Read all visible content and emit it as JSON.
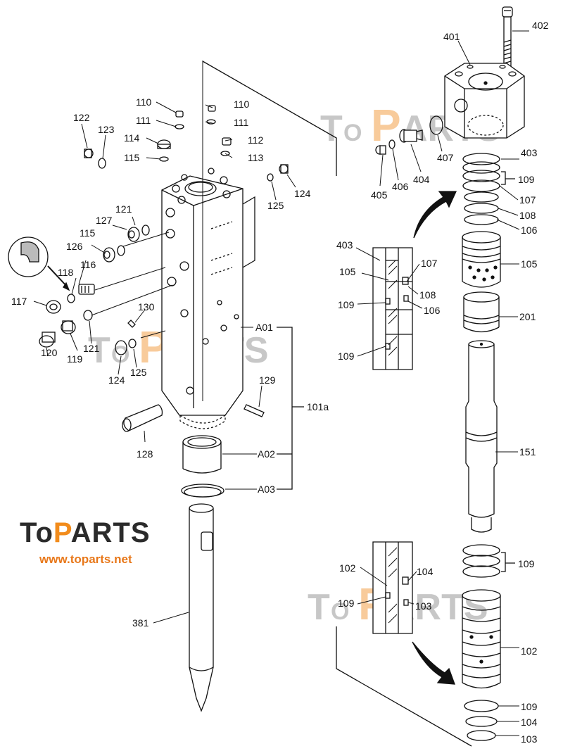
{
  "watermark": {
    "brand_parts": [
      "To",
      "P",
      "ARTS"
    ],
    "url": "www.toparts.net",
    "colors": {
      "dark": "#2b2b2b",
      "orange": "#f28c1c",
      "gray": "#9a9a9a"
    }
  },
  "callouts": [
    {
      "id": "c402",
      "text": "402"
    },
    {
      "id": "c401",
      "text": "401"
    },
    {
      "id": "c407",
      "text": "407"
    },
    {
      "id": "c403",
      "text": "403"
    },
    {
      "id": "c109a",
      "text": "109"
    },
    {
      "id": "c107a",
      "text": "107"
    },
    {
      "id": "c108a",
      "text": "108"
    },
    {
      "id": "c106a",
      "text": "106"
    },
    {
      "id": "c404",
      "text": "404"
    },
    {
      "id": "c405",
      "text": "405"
    },
    {
      "id": "c406",
      "text": "406"
    },
    {
      "id": "c105a",
      "text": "105"
    },
    {
      "id": "c403b",
      "text": "403"
    },
    {
      "id": "c105b",
      "text": "105"
    },
    {
      "id": "c107b",
      "text": "107"
    },
    {
      "id": "c108b",
      "text": "108"
    },
    {
      "id": "c109b",
      "text": "109"
    },
    {
      "id": "c106b",
      "text": "106"
    },
    {
      "id": "c109c",
      "text": "109"
    },
    {
      "id": "c201",
      "text": "201"
    },
    {
      "id": "c151",
      "text": "151"
    },
    {
      "id": "c109d",
      "text": "109"
    },
    {
      "id": "c102a",
      "text": "102"
    },
    {
      "id": "c104a",
      "text": "104"
    },
    {
      "id": "c109e",
      "text": "109"
    },
    {
      "id": "c103a",
      "text": "103"
    },
    {
      "id": "c102b",
      "text": "102"
    },
    {
      "id": "c109f",
      "text": "109"
    },
    {
      "id": "c104b",
      "text": "104"
    },
    {
      "id": "c103b",
      "text": "103"
    },
    {
      "id": "c110a",
      "text": "110"
    },
    {
      "id": "c110b",
      "text": "110"
    },
    {
      "id": "c111a",
      "text": "111"
    },
    {
      "id": "c111b",
      "text": "111"
    },
    {
      "id": "c114",
      "text": "114"
    },
    {
      "id": "c112",
      "text": "112"
    },
    {
      "id": "c115a",
      "text": "115"
    },
    {
      "id": "c113",
      "text": "113"
    },
    {
      "id": "c122",
      "text": "122"
    },
    {
      "id": "c123",
      "text": "123"
    },
    {
      "id": "c124a",
      "text": "124"
    },
    {
      "id": "c125a",
      "text": "125"
    },
    {
      "id": "c121a",
      "text": "121"
    },
    {
      "id": "c127",
      "text": "127"
    },
    {
      "id": "c115b",
      "text": "115"
    },
    {
      "id": "c126",
      "text": "126"
    },
    {
      "id": "c118",
      "text": "118"
    },
    {
      "id": "c116",
      "text": "116"
    },
    {
      "id": "c117",
      "text": "117"
    },
    {
      "id": "c130",
      "text": "130"
    },
    {
      "id": "c121b",
      "text": "121"
    },
    {
      "id": "c120",
      "text": "120"
    },
    {
      "id": "c119",
      "text": "119"
    },
    {
      "id": "c124b",
      "text": "124"
    },
    {
      "id": "c125b",
      "text": "125"
    },
    {
      "id": "cA01",
      "text": "A01"
    },
    {
      "id": "c129",
      "text": "129"
    },
    {
      "id": "c101a",
      "text": "101a"
    },
    {
      "id": "c128",
      "text": "128"
    },
    {
      "id": "cA02",
      "text": "A02"
    },
    {
      "id": "cA03",
      "text": "A03"
    },
    {
      "id": "c381",
      "text": "381"
    }
  ]
}
